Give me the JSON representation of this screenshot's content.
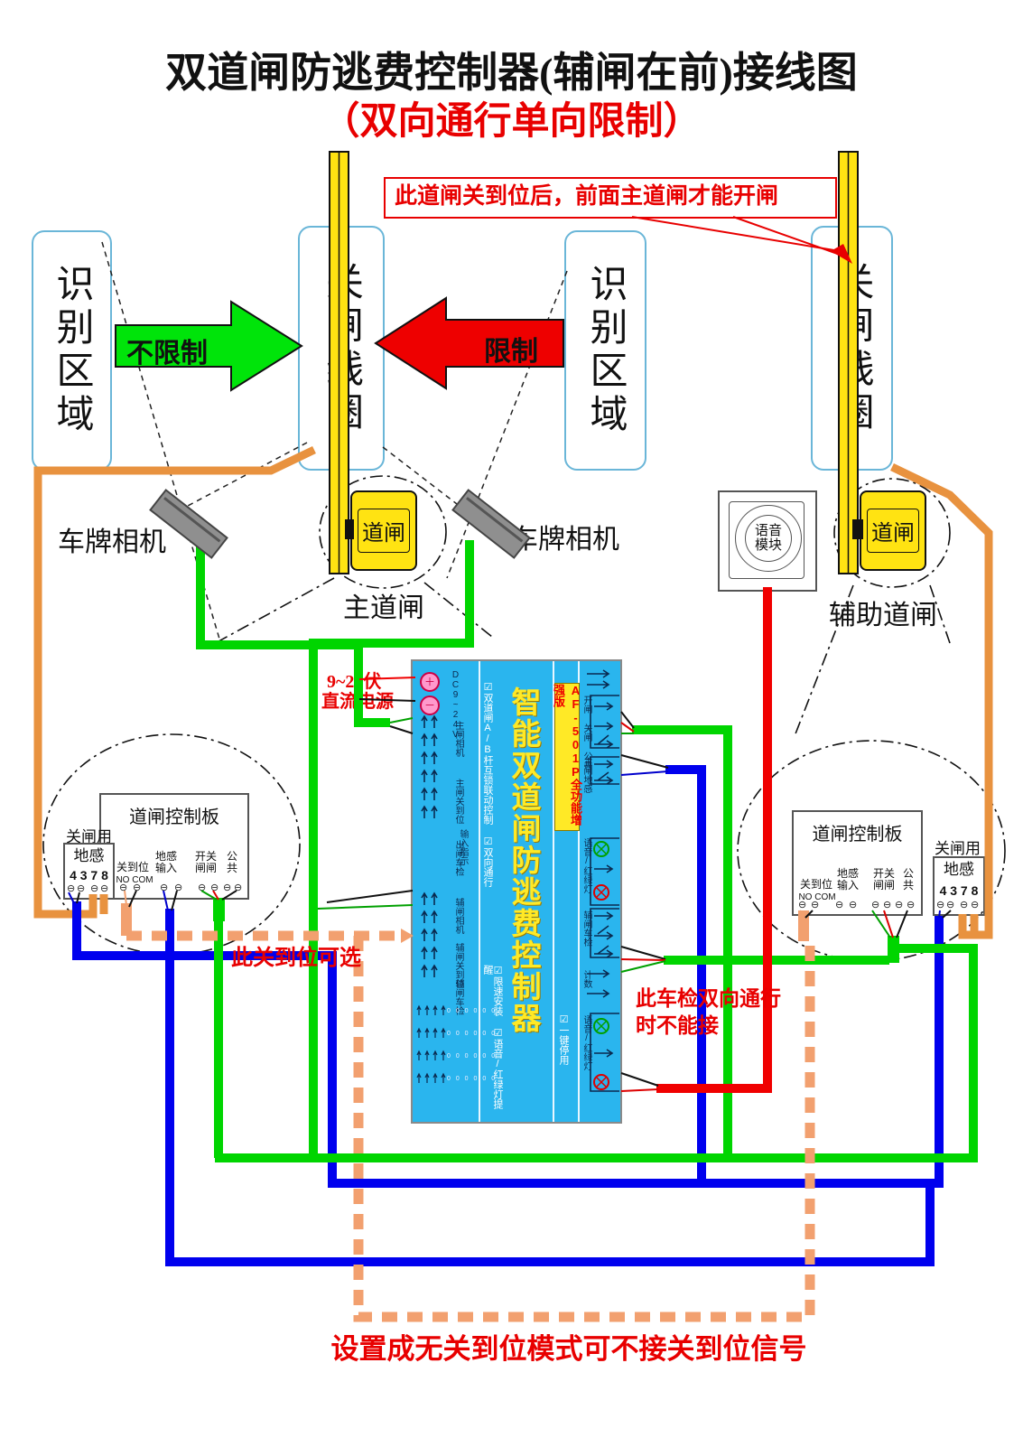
{
  "icons": {
    "terminal": "⊖",
    "plus": "＋",
    "minus": "－"
  },
  "title": {
    "main": "双道闸防逃费控制器(辅闸在前)接线图",
    "sub": "（双向通行单向限制）"
  },
  "annotation": {
    "text": "此道闸关到位后，前面主道闸才能开闸"
  },
  "zones": {
    "area": "识别区域",
    "coil": "关闸线圈"
  },
  "arrows": {
    "unrestricted": "不限制",
    "restricted": "限制"
  },
  "cameras": {
    "label": "车牌相机"
  },
  "gates": {
    "box": "道闸",
    "main": "主道闸",
    "aux": "辅助道闸"
  },
  "voice": {
    "line1": "语音",
    "line2": "模块"
  },
  "controller": {
    "model": "AF-501P全功能增强版",
    "name": "智能双道闸防逃费控制器",
    "features_a": "☑双道闸A/B杆互锁联动控制 ☑双向通行",
    "features_b": "☑限速安装 ☑语音/红绿灯提醒",
    "features_c": "☑一键停用",
    "power": "DC9~24V",
    "in_labels": [
      "主闸相机",
      "主闸关到位",
      "出闸车检",
      "输入指示",
      "辅闸相机",
      "辅闸关到位",
      "辅闸车检"
    ],
    "out_labels": [
      "开闸 关闸 公共",
      "主闸地感",
      "语音/红绿灯",
      "辅闸车检",
      "计数",
      "语音/红绿灯"
    ],
    "dip": "0 0 0 0 0 0"
  },
  "board": {
    "title": "道闸控制板",
    "close_pos": "关到位",
    "no_com": "NO COM",
    "gnd_in": "地感输入",
    "open_close": "开关闸闸",
    "common": "公共",
    "loop_use": "关闸用",
    "loop": "地感",
    "nums": "4 3 7 8"
  },
  "notes": {
    "power1": "9~24伏",
    "power2": "直流电源",
    "optional": "此关到位可选",
    "veh1": "此车检双向通行",
    "veh2": "时不能接",
    "bottom": "设置成无关到位模式可不接关到位信号"
  }
}
